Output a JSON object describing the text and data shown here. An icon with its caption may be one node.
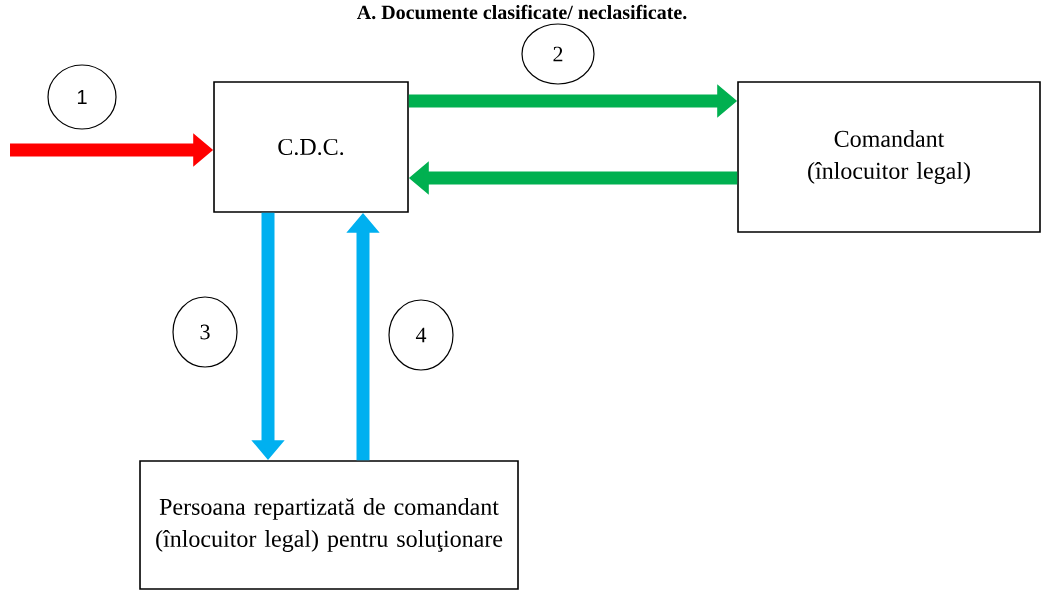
{
  "diagram": {
    "title": "A. Documente clasificate/ neclasificate.",
    "nodes": [
      {
        "text": [
          "C.D.C."
        ]
      },
      {
        "text": [
          "Comandant (înlocuitor legal)"
        ]
      },
      {
        "text": [
          "Persoana repartizată de comandant (înlocuitor legal) pentru soluţionare"
        ]
      },
      {
        "text": [
          "1"
        ]
      },
      {
        "text": [
          "2"
        ]
      },
      {
        "text": [
          "3"
        ]
      },
      {
        "text": [
          "4"
        ]
      }
    ],
    "edges": [
      {
        "from": null,
        "to": 0,
        "arrow": "to",
        "color": "#ff0000"
      },
      {
        "from": 0,
        "to": 1,
        "arrow": "to",
        "color": "#00b050"
      },
      {
        "from": 1,
        "to": 0,
        "arrow": "to",
        "color": "#00b050"
      },
      {
        "from": 0,
        "to": 2,
        "arrow": "to",
        "color": "#00b0f0"
      },
      {
        "from": 2,
        "to": 0,
        "arrow": "to",
        "color": "#00b0f0"
      }
    ]
  }
}
